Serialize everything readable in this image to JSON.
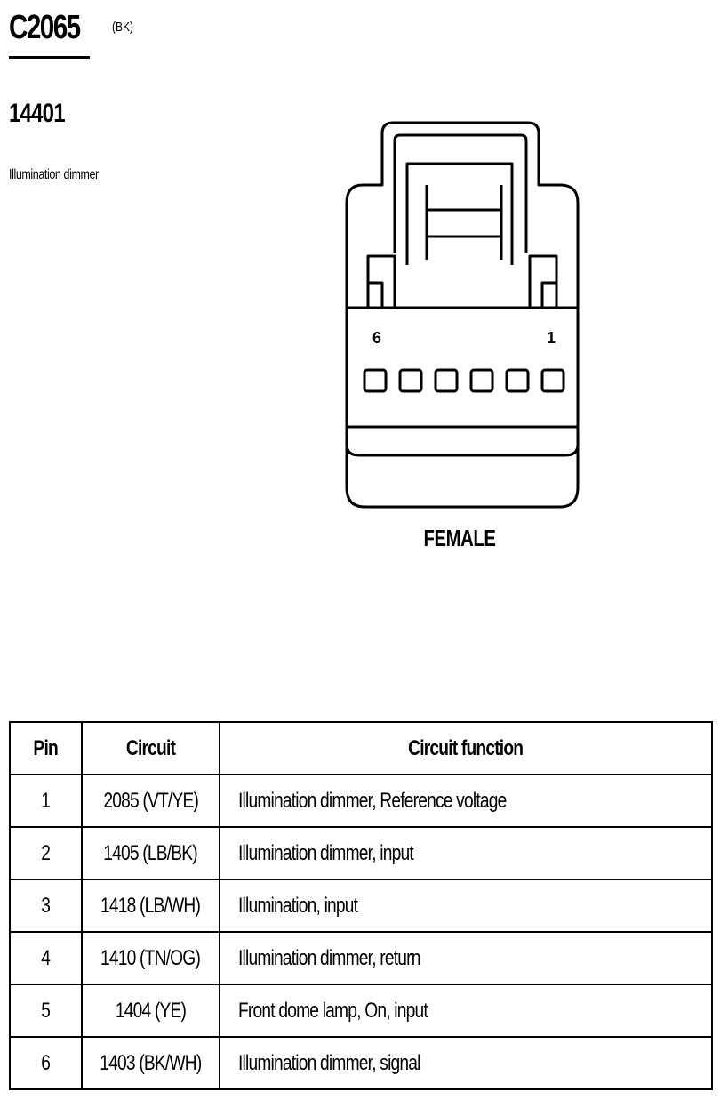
{
  "header": {
    "connector_id": "C2065",
    "connector_color": "(BK)",
    "part_number": "14401",
    "description": "Illumination dimmer"
  },
  "connector": {
    "pin_label_left": "6",
    "pin_label_right": "1",
    "cavity_count": 6,
    "gender": "FEMALE"
  },
  "table": {
    "headers": {
      "pin": "Pin",
      "circuit": "Circuit",
      "function": "Circuit function"
    },
    "rows": [
      {
        "pin": "1",
        "circuit": "2085 (VT/YE)",
        "function": "Illumination dimmer, Reference voltage"
      },
      {
        "pin": "2",
        "circuit": "1405 (LB/BK)",
        "function": "Illumination dimmer, input"
      },
      {
        "pin": "3",
        "circuit": "1418 (LB/WH)",
        "function": "Illumination, input"
      },
      {
        "pin": "4",
        "circuit": "1410 (TN/OG)",
        "function": "Illumination dimmer, return"
      },
      {
        "pin": "5",
        "circuit": "1404 (YE)",
        "function": "Front dome lamp, On, input"
      },
      {
        "pin": "6",
        "circuit": "1403 (BK/WH)",
        "function": "Illumination dimmer, signal"
      }
    ]
  }
}
